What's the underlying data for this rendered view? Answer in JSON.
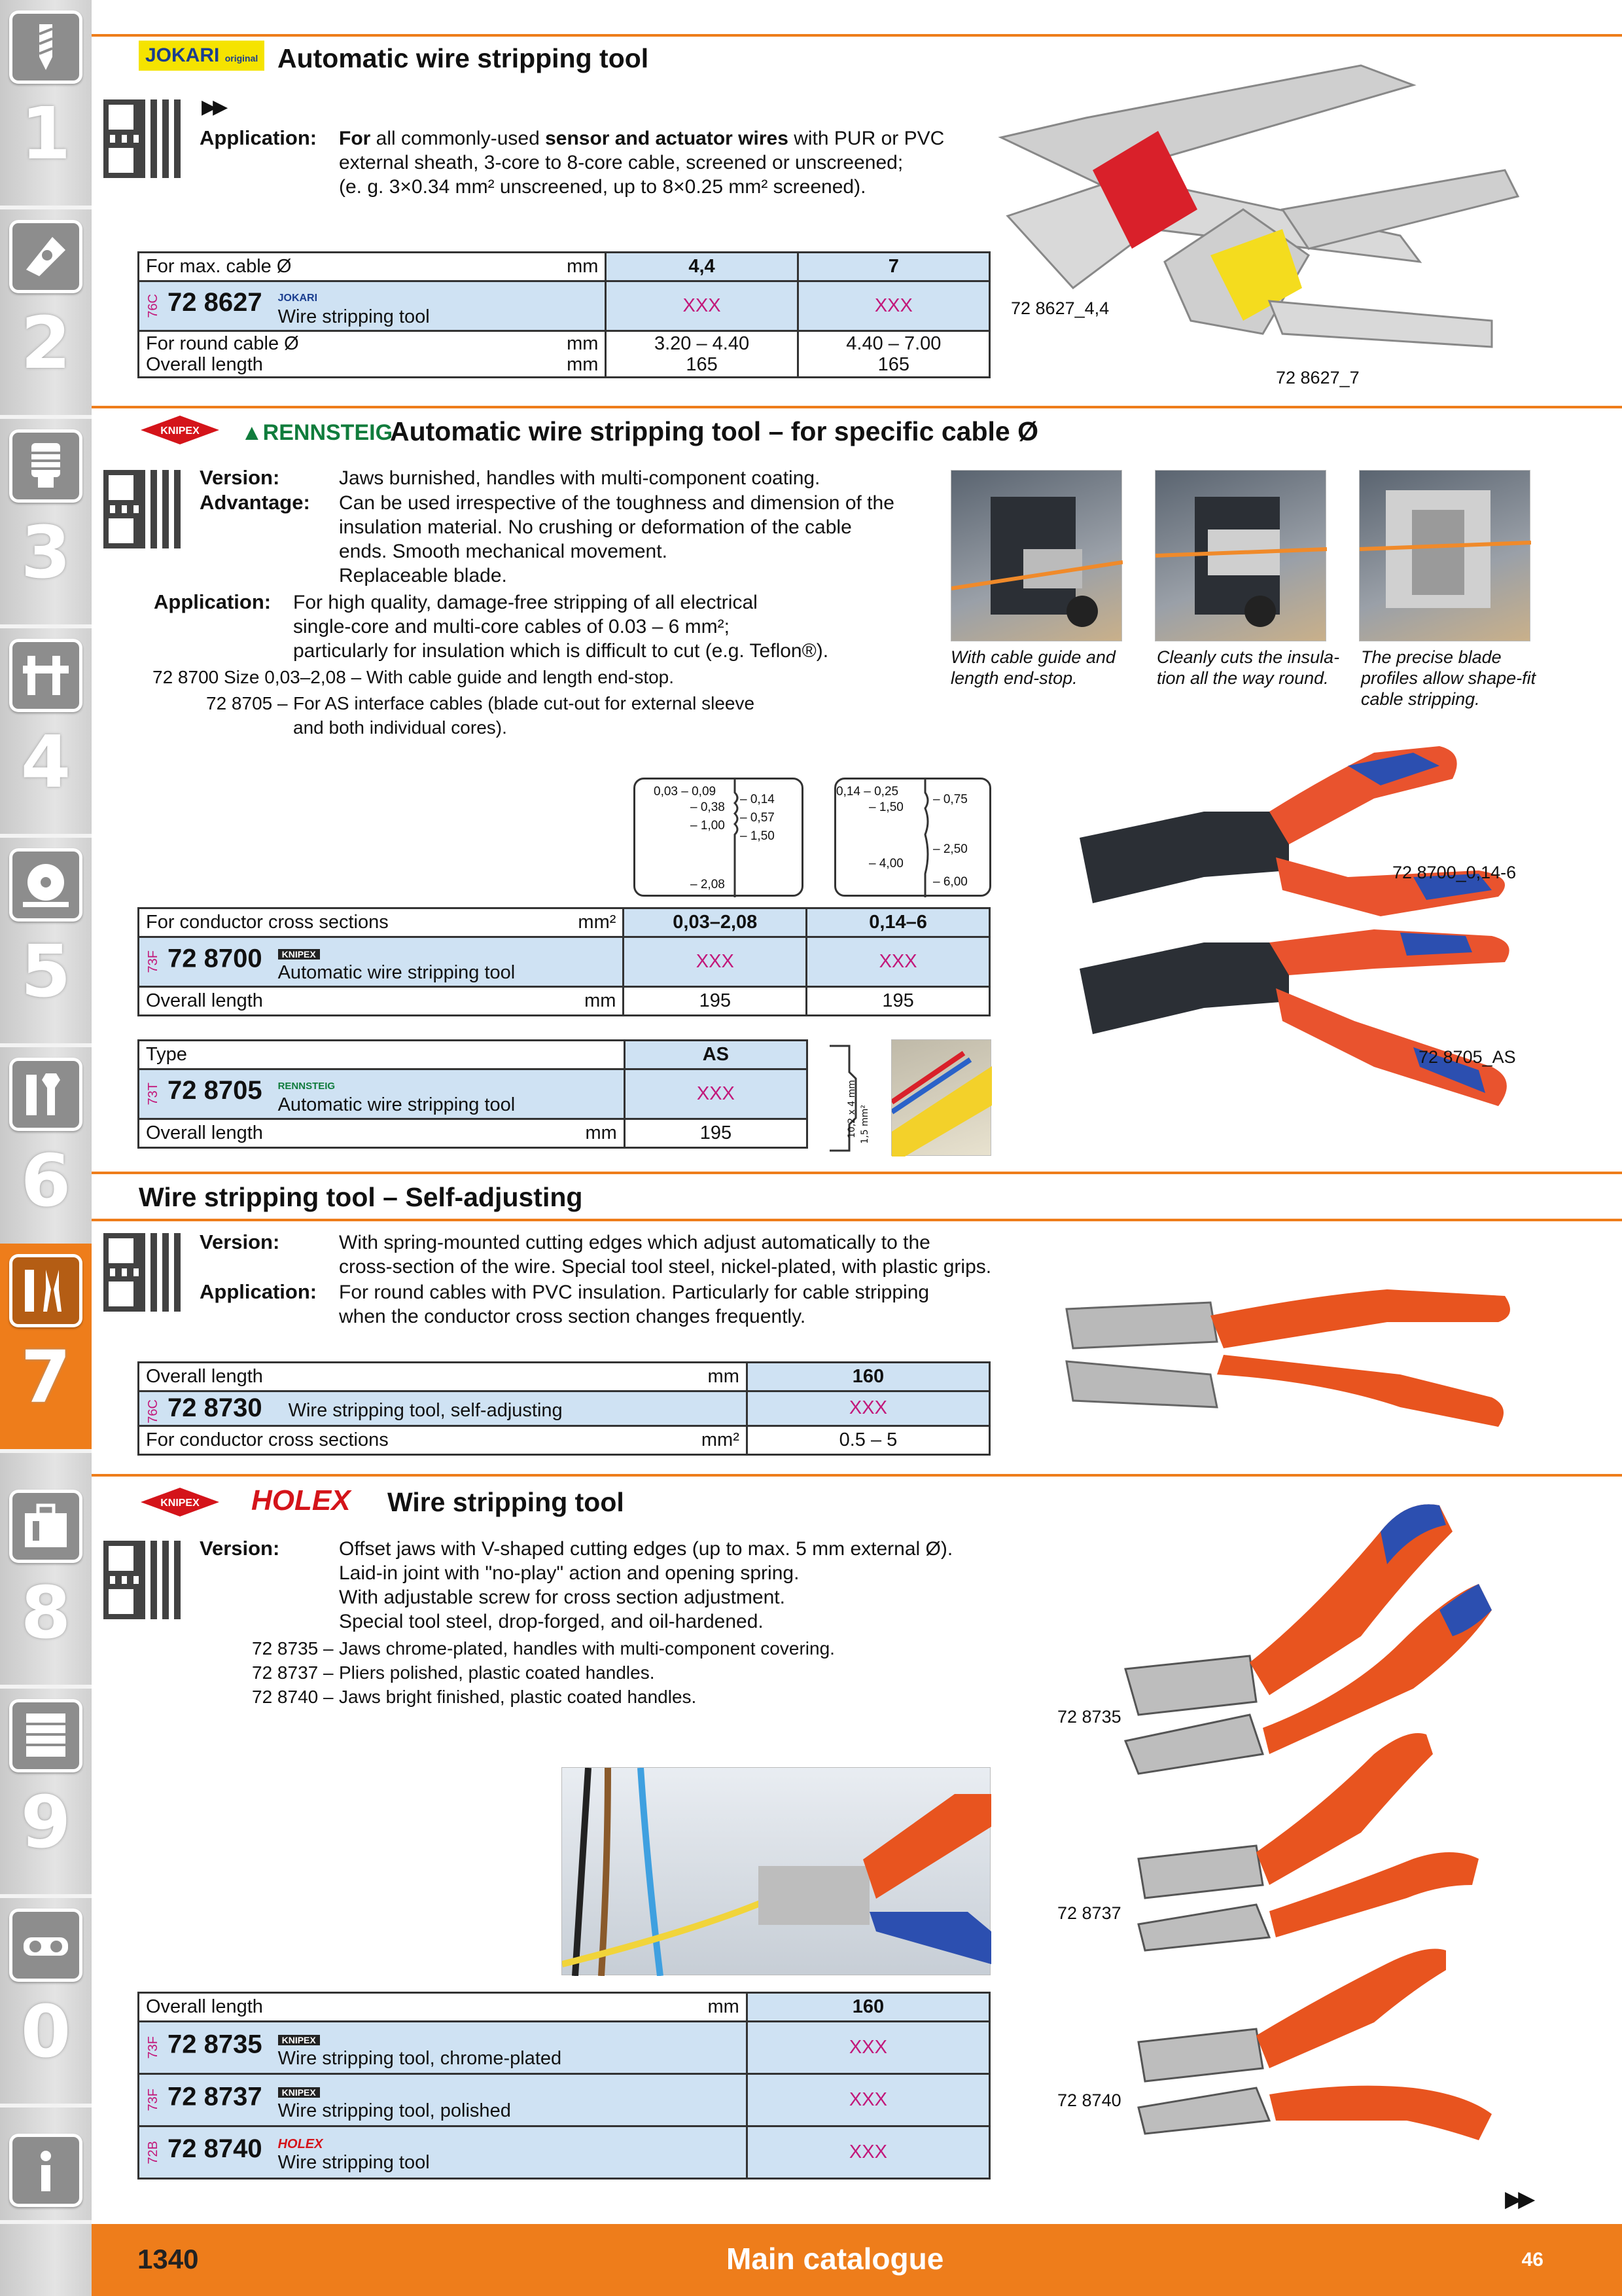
{
  "tabs": [
    {
      "num": "1",
      "icon": "drill-bit-icon"
    },
    {
      "num": "2",
      "icon": "cutting-insert-icon"
    },
    {
      "num": "3",
      "icon": "chuck-icon"
    },
    {
      "num": "4",
      "icon": "caliper-icon"
    },
    {
      "num": "5",
      "icon": "grinding-disc-icon"
    },
    {
      "num": "6",
      "icon": "wrench-icon"
    },
    {
      "num": "7",
      "icon": "pliers-icon"
    },
    {
      "num": "8",
      "icon": "toolbox-icon"
    },
    {
      "num": "9",
      "icon": "tool-cabinet-icon"
    },
    {
      "num": "0",
      "icon": "safety-goggles-icon"
    },
    {
      "num": "i",
      "icon": "info-icon"
    }
  ],
  "s1": {
    "brand": "JOKARI",
    "brand_sub": "original",
    "title": "Automatic wire stripping tool",
    "app_label": "Application:",
    "app_l1a": "For",
    "app_l1b": " all commonly-used ",
    "app_l1c": "sensor and actuator wires",
    "app_l1d": " with PUR or PVC",
    "app_l2": "external sheath, 3-core to 8-core cable, screened or unscreened;",
    "app_l3": "(e. g.  3×0.34 mm² unscreened, up to 8×0.25 mm² screened).",
    "rows": {
      "maxcable": "For max. cable Ø",
      "unit_mm": "mm",
      "v1": "4,4",
      "v2": "7",
      "code": "76C",
      "art": "72 8627",
      "logo": "JOKARI",
      "desc": "Wire stripping tool",
      "price": "XXX",
      "round": "For round cable Ø",
      "round_v1": "3.20 – 4.40",
      "round_v2": "4.40 – 7.00",
      "overall": "Overall length",
      "len_v1": "165",
      "len_v2": "165"
    },
    "img_cap1": "72 8627_4,4",
    "img_cap2": "72 8627_7"
  },
  "s2": {
    "brand1": "KNIPEX",
    "brand2": "RENNSTEIG",
    "title": "Automatic wire stripping tool – for specific cable Ø",
    "version_label": "Version:",
    "version": "Jaws burnished, handles with multi-component coating.",
    "adv_label": "Advantage:",
    "adv1": "Can be used irrespective of the toughness and dimension of the",
    "adv2": "insulation material. No crushing or deformation of the cable",
    "adv3": "ends. Smooth mechanical movement.",
    "adv4": "Replaceable blade.",
    "app_label": "Application:",
    "app1": "For high quality, damage-free stripping of all electrical",
    "app2": "single-core and multi-core cables of 0.03 – 6 mm²;",
    "app3": "particularly for insulation which is difficult to cut (e.g. Teflon®).",
    "note1": "72 8700  Size 0,03–2,08 – With cable guide and length end-stop.",
    "note2a": "72 8705 –",
    "note2b": "For AS interface cables (blade cut-out for external sleeve",
    "note2c": "and both individual cores).",
    "cap1a": "With cable guide and",
    "cap1b": "length end-stop.",
    "cap2a": "Cleanly cuts the insula-",
    "cap2b": "tion all the way round.",
    "cap3a": "The precise blade",
    "cap3b": "profiles allow shape-fit",
    "cap3c": "cable stripping.",
    "blade1": [
      "0,03 – 0,09",
      "– 0,38",
      "– 1,00",
      "– 2,08",
      "– 0,14",
      "– 0,57",
      "– 1,50"
    ],
    "blade2": [
      "0,14 – 0,25",
      "– 1,50",
      "– 4,00",
      "– 0,75",
      "– 2,50",
      "– 6,00"
    ],
    "t1": {
      "cs": "For conductor cross sections",
      "unit": "mm²",
      "v1": "0,03–2,08",
      "v2": "0,14–6",
      "code": "73F",
      "art": "72 8700",
      "logo": "KNIPEX",
      "desc": "Automatic wire stripping tool",
      "price": "XXX",
      "overall": "Overall length",
      "unit_mm": "mm",
      "len1": "195",
      "len2": "195"
    },
    "t2": {
      "type": "Type",
      "v1": "AS",
      "code": "73T",
      "art": "72 8705",
      "logo": "RENNSTEIG",
      "desc": "Automatic wire stripping tool",
      "price": "XXX",
      "overall": "Overall length",
      "unit_mm": "mm",
      "len1": "195"
    },
    "cable_dims": "10,2 x 4 mm",
    "cable_dims2": "1,5 mm²",
    "img_cap1": "72 8700_0,14-6",
    "img_cap2": "72 8705_AS"
  },
  "s3": {
    "title": "Wire stripping tool – Self-adjusting",
    "version_label": "Version:",
    "v1": "With spring-mounted cutting edges which adjust automatically to the",
    "v2": "cross-section of the wire. Special tool steel, nickel-plated, with plastic grips.",
    "app_label": "Application:",
    "a1": "For round cables with PVC insulation. Particularly for cable stripping",
    "a2": "when the conductor cross section changes frequently.",
    "t": {
      "overall": "Overall length",
      "unit_mm": "mm",
      "v1": "160",
      "code": "76C",
      "art": "72 8730",
      "desc": "Wire stripping tool, self-adjusting",
      "price": "XXX",
      "cs": "For conductor cross sections",
      "unit": "mm²",
      "cs_v": "0.5 – 5"
    }
  },
  "s4": {
    "brand1": "KNIPEX",
    "brand2": "HOLEX",
    "title": "Wire stripping tool",
    "version_label": "Version:",
    "v1": "Offset jaws with V-shaped cutting edges (up to max. 5 mm external Ø).",
    "v2": "Laid-in joint with \"no-play\" action and opening spring.",
    "v3": "With adjustable screw for cross section adjustment.",
    "v4": "Special tool steel, drop-forged, and oil-hardened.",
    "n1a": "72 8735 –",
    "n1b": "Jaws chrome-plated, handles with multi-component covering.",
    "n2a": "72 8737 –",
    "n2b": "Pliers polished, plastic coated handles.",
    "n3a": "72 8740 –",
    "n3b": "Jaws bright finished, plastic coated handles.",
    "img_cap1": "72 8735",
    "img_cap2": "72 8737",
    "img_cap3": "72 8740",
    "t": {
      "overall": "Overall length",
      "unit_mm": "mm",
      "v1": "160",
      "r1_code": "73F",
      "r1_art": "72 8735",
      "r1_logo": "KNIPEX",
      "r1_desc": "Wire stripping tool, chrome-plated",
      "r1_price": "XXX",
      "r2_code": "73F",
      "r2_art": "72 8737",
      "r2_logo": "KNIPEX",
      "r2_desc": "Wire stripping tool, polished",
      "r2_price": "XXX",
      "r3_code": "72B",
      "r3_art": "72 8740",
      "r3_logo": "HOLEX",
      "r3_desc": "Wire stripping tool",
      "r3_price": "XXX"
    }
  },
  "footer": {
    "page": "1340",
    "catalogue": "Main catalogue",
    "section": "46"
  },
  "colors": {
    "accent": "#ee7d1b",
    "table_blue": "#cfe2f3",
    "price": "#c2187a",
    "knipex_red": "#d4141a",
    "rennsteig_green": "#107c3c",
    "jokari_yellow": "#f5e300"
  }
}
